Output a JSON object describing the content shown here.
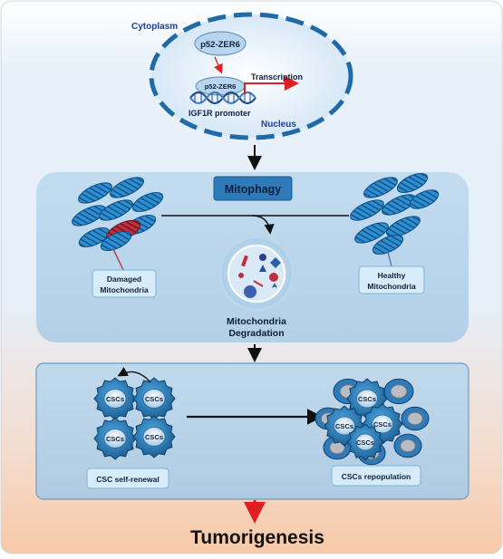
{
  "nucleus": {
    "cytoplasm_label": "Cytoplasm",
    "protein_top": "p52-ZER6",
    "protein_bound": "p52-ZER6",
    "transcription_label": "Transcription",
    "promoter_label": "IGF1R promoter",
    "nucleus_label": "Nucleus"
  },
  "mitophagy": {
    "title": "Mitophagy",
    "damaged_label_line1": "Damaged",
    "damaged_label_line2": "Mitochondria",
    "healthy_label_line1": "Healthy",
    "healthy_label_line2": "Mitochondria",
    "degradation_line1": "Mitochondria",
    "degradation_line2": "Degradation"
  },
  "csc": {
    "cell_label": "CSCs",
    "self_renewal_label": "CSC self-renewal",
    "repopulation_label": "CSCs repopulation"
  },
  "outcome": {
    "title": "Tumorigenesis"
  },
  "colors": {
    "mito_blue": "#2d8fd0",
    "damaged_red": "#c0303c",
    "dark_blue": "#1f5d8e",
    "label_box": "#d6ecf8",
    "arrow_red": "#e02020"
  }
}
